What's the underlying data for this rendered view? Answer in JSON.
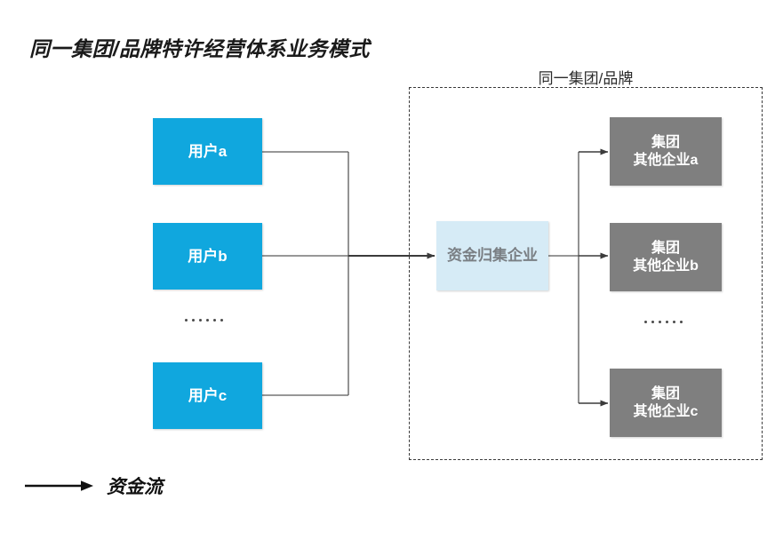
{
  "title": "同一集团/品牌特许经营体系业务模式",
  "group": {
    "label": "同一集团/品牌"
  },
  "users": [
    {
      "label": "用户a"
    },
    {
      "label": "用户b"
    },
    {
      "label": "用户c"
    }
  ],
  "pool": {
    "label": "资金归集企业"
  },
  "enterprises": [
    {
      "line1": "集团",
      "line2": "其他企业a"
    },
    {
      "line1": "集团",
      "line2": "其他企业b"
    },
    {
      "line1": "集团",
      "line2": "其他企业c"
    }
  ],
  "legend": {
    "label": "资金流",
    "arrow_icon": "arrow-right-icon"
  },
  "colors": {
    "user_box": "#10A7DE",
    "pool_box": "#D6EBF6",
    "pool_text": "#7A7F84",
    "enterprise_box": "#7F7F7F",
    "wire": "#595959",
    "dashed_border": "#3A3A3A",
    "title_text": "#1A1A1A"
  }
}
